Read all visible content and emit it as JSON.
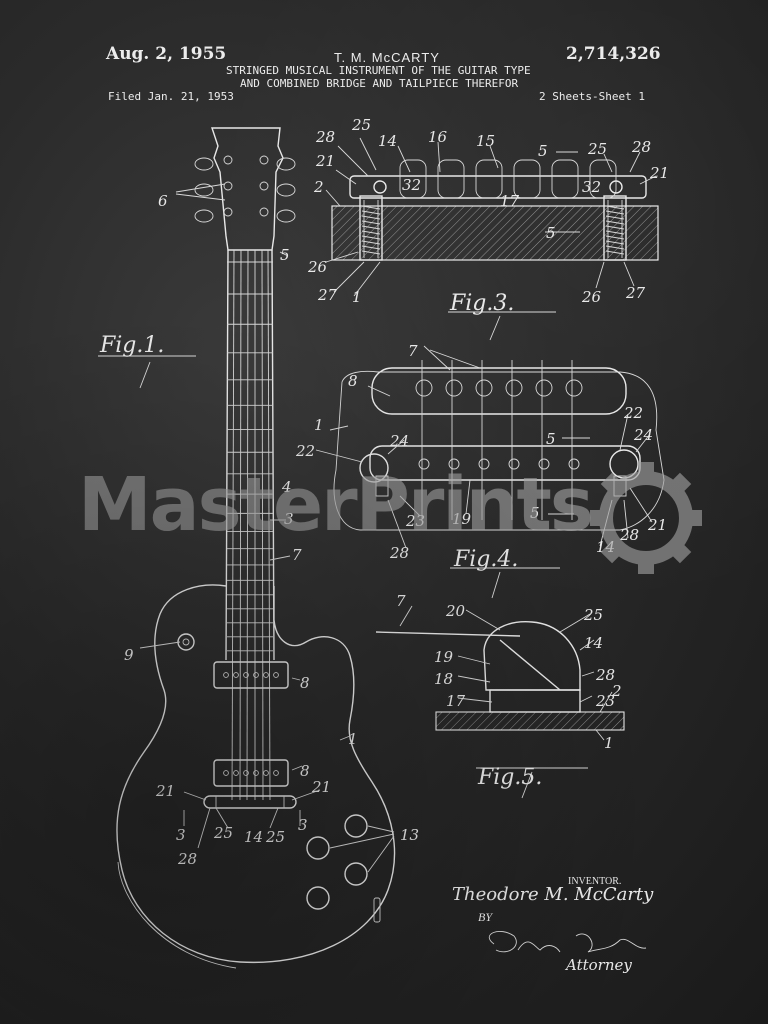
{
  "header": {
    "date": "Aug. 2, 1955",
    "inventor": "T. M. McCARTY",
    "patent_number": "2,714,326",
    "title_line1": "STRINGED MUSICAL INSTRUMENT OF THE GUITAR TYPE",
    "title_line2": "AND COMBINED BRIDGE AND TAILPIECE THEREFOR",
    "filed": "Filed Jan. 21, 1953",
    "sheets": "2 Sheets-Sheet 1"
  },
  "figures": {
    "fig1": "Fig.1.",
    "fig3": "Fig.3.",
    "fig4": "Fig.4.",
    "fig5": "Fig.5."
  },
  "reference_numbers": {
    "fig1": [
      "6",
      "5",
      "4",
      "3",
      "7",
      "9",
      "8",
      "8",
      "1",
      "21",
      "21",
      "3",
      "3",
      "25",
      "14",
      "25",
      "28",
      "13"
    ],
    "fig3": [
      "28",
      "25",
      "14",
      "16",
      "15",
      "5",
      "25",
      "28",
      "21",
      "21",
      "32",
      "32",
      "2",
      "5",
      "26",
      "27",
      "1",
      "26",
      "27",
      "17"
    ],
    "fig4": [
      "7",
      "8",
      "1",
      "22",
      "24",
      "5",
      "22",
      "24",
      "23",
      "19",
      "5",
      "14",
      "28",
      "21",
      "28"
    ],
    "fig5": [
      "7",
      "20",
      "25",
      "14",
      "19",
      "18",
      "28",
      "17",
      "23",
      "2",
      "1"
    ]
  },
  "signature": {
    "inventor_caption": "INVENTOR.",
    "inventor_name": "Theodore M. McCarty",
    "by": "BY",
    "attorney_caption": "Attorney"
  },
  "watermark": "MasterPrints"
}
